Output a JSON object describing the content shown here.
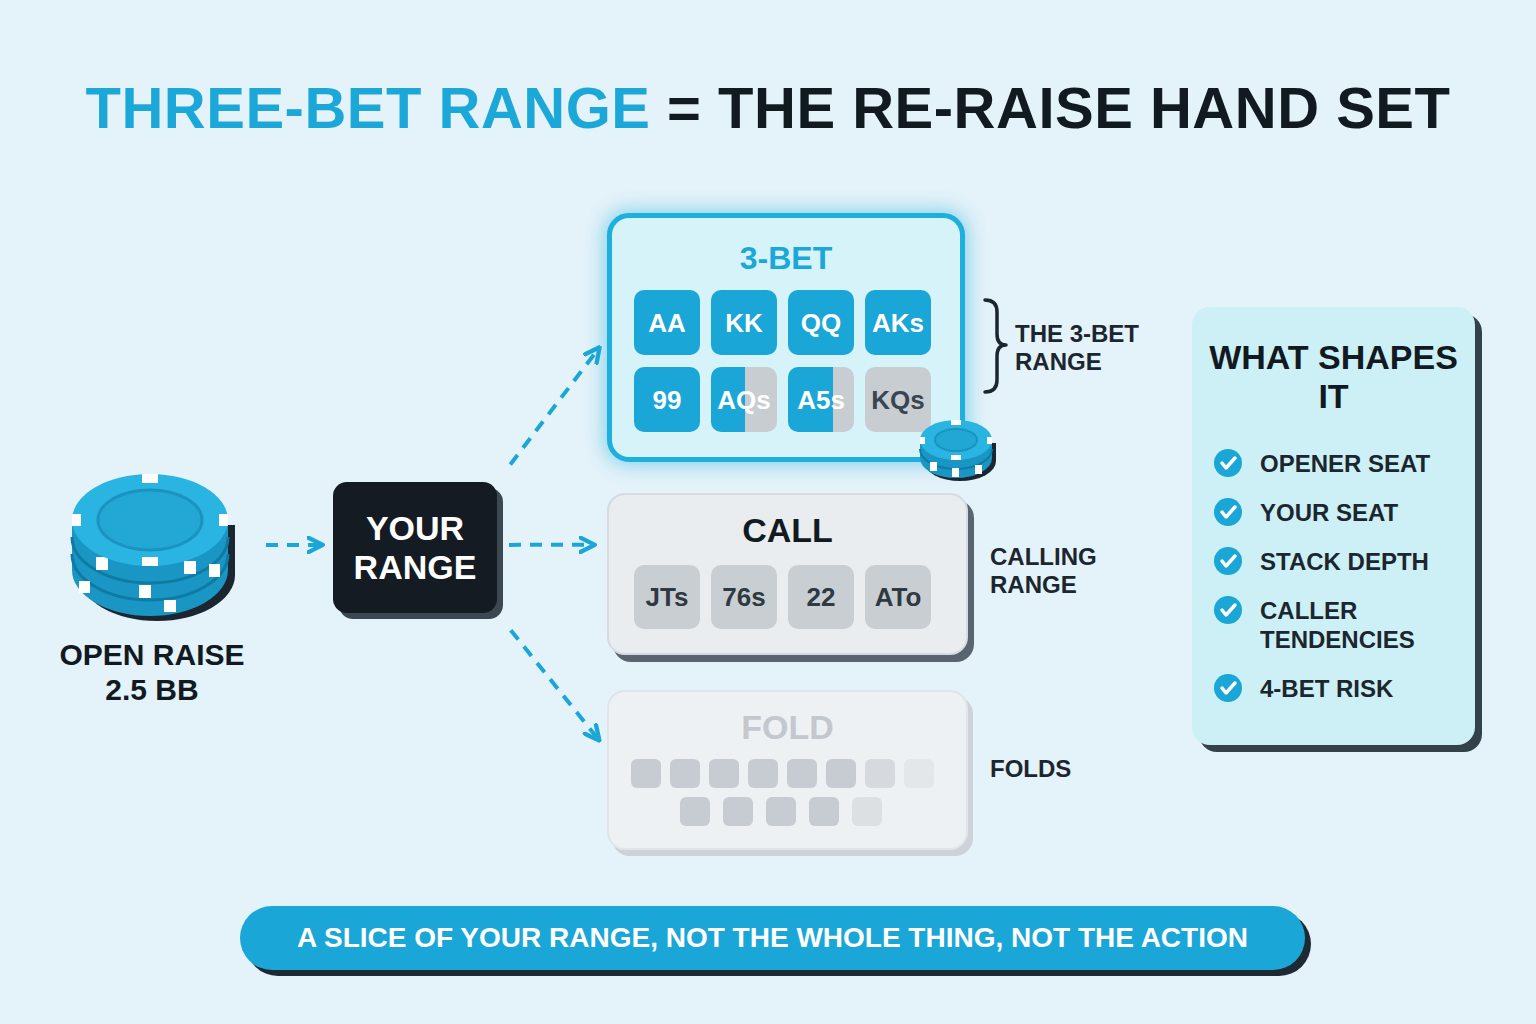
{
  "diagram": {
    "title": "THREE-BET RANGE = THE RE-RAISE HAND SET",
    "caption": "A SLICE OF YOUR RANGE, NOT THE WHOLE THING, NOT THE ACTION",
    "nodes": [
      {
        "text": [
          "OPEN RAISE 2.5 BB"
        ]
      },
      {
        "text": [
          "YOUR RANGE"
        ]
      },
      {
        "text": [
          "3-BET"
        ]
      },
      {
        "text": [
          "AA"
        ],
        "in": 2
      },
      {
        "text": [
          "KK"
        ],
        "in": 2
      },
      {
        "text": [
          "QQ"
        ],
        "in": 2
      },
      {
        "text": [
          "AKs"
        ],
        "in": 2
      },
      {
        "text": [
          "99"
        ],
        "in": 2
      },
      {
        "text": [
          "AQs"
        ],
        "in": 2
      },
      {
        "text": [
          "A5s"
        ],
        "in": 2
      },
      {
        "text": [
          "KQs"
        ],
        "in": 2
      },
      {
        "text": [
          "CALL"
        ]
      },
      {
        "text": [
          "JTs"
        ],
        "in": 11
      },
      {
        "text": [
          "76s"
        ],
        "in": 11
      },
      {
        "text": [
          "22"
        ],
        "in": 11
      },
      {
        "text": [
          "ATo"
        ],
        "in": 11
      },
      {
        "text": [
          "FOLD"
        ]
      },
      {
        "text": [
          "WHAT SHAPES IT",
          "OPENER SEAT",
          "YOUR SEAT",
          "STACK DEPTH",
          "CALLER TENDENCIES",
          "4-BET RISK"
        ]
      }
    ],
    "edges": [
      {
        "from": 0,
        "to": 1,
        "arrow": "to"
      },
      {
        "from": 1,
        "to": 2,
        "arrow": "to"
      },
      {
        "from": 1,
        "to": 11,
        "arrow": "to"
      },
      {
        "from": 1,
        "to": 16,
        "arrow": "to"
      }
    ],
    "labels": [
      "THE 3-BET RANGE",
      "CALLING RANGE",
      "FOLDS"
    ]
  }
}
